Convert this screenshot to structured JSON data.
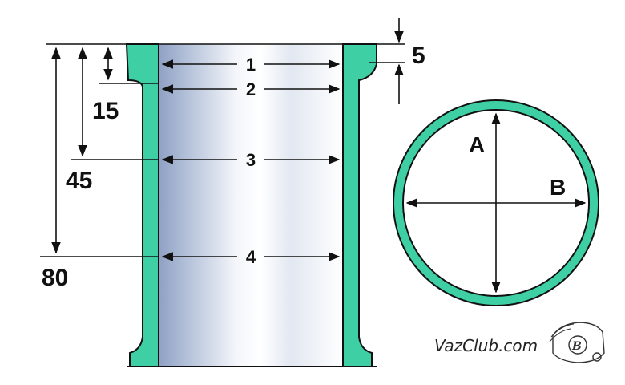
{
  "diagram": {
    "section_labels": [
      "1",
      "2",
      "3",
      "4"
    ],
    "depth_labels": {
      "top": "5",
      "d15": "15",
      "d45": "45",
      "d80": "80"
    },
    "diameter_labels": {
      "vertical": "A",
      "horizontal": "B"
    }
  },
  "watermark": {
    "text": "VazClub.com"
  },
  "colors": {
    "liner_wall": "#3ed0a4",
    "outline": "#111111",
    "bore_dark": "#8fa3c6",
    "bore_light": "#ffffff",
    "background": "#ffffff"
  }
}
